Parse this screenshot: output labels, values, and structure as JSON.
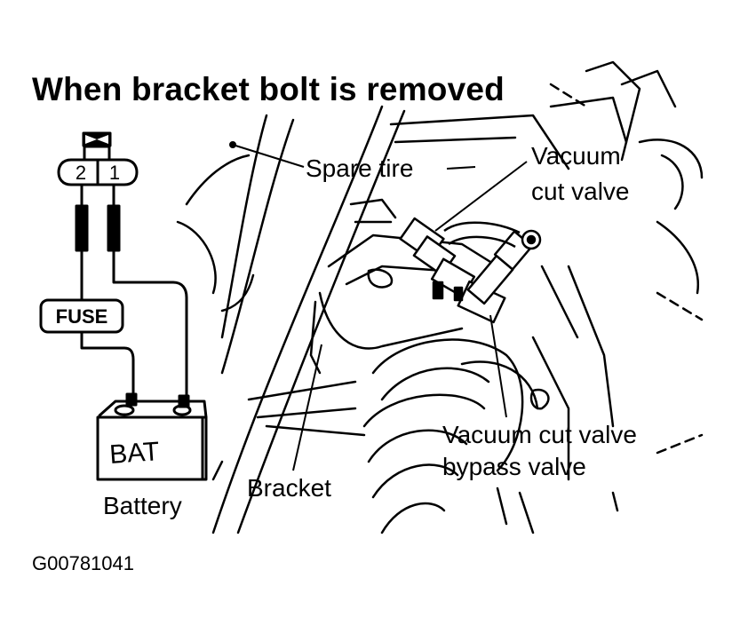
{
  "title": "When bracket bolt is removed",
  "labels": {
    "spare_tire": "Spare tire",
    "vacuum_cut_valve_line1": "Vacuum",
    "vacuum_cut_valve_line2": "cut valve",
    "bypass_line1": "Vacuum cut valve",
    "bypass_line2": "bypass valve",
    "bracket": "Bracket",
    "battery": "Battery"
  },
  "connector": {
    "pin_2": "2",
    "pin_1": "1"
  },
  "fuse_label": "FUSE",
  "battery_label": "BAT",
  "figure_code": "G00781041",
  "colors": {
    "ink": "#000000",
    "paper": "#ffffff"
  }
}
